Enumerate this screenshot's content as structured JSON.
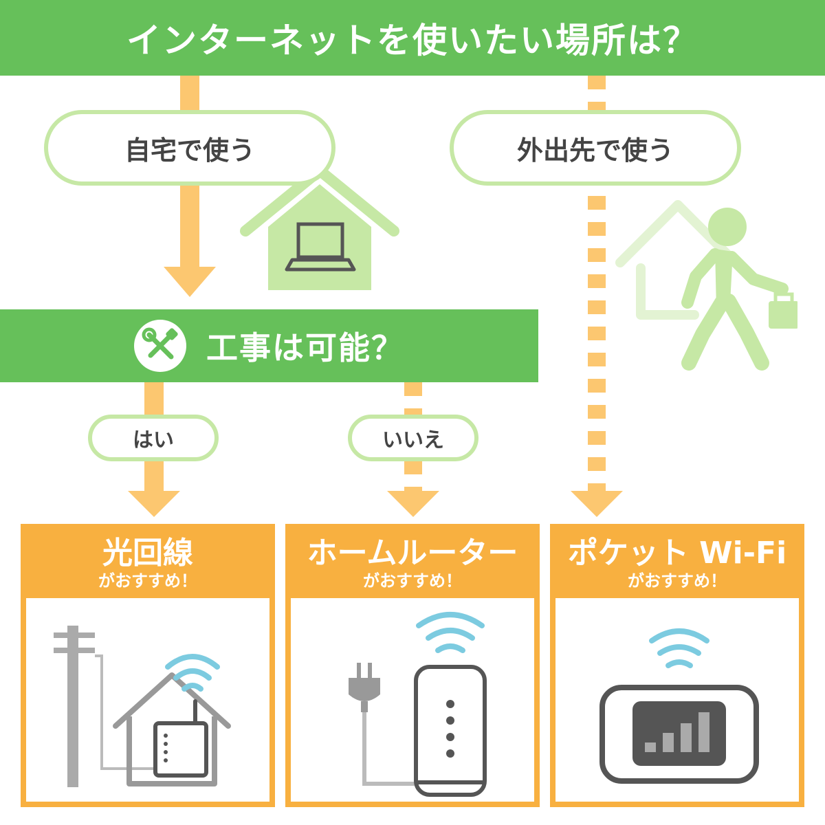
{
  "header": {
    "title": "インターネットを使いたい場所は？"
  },
  "branches": {
    "home_label": "自宅で使う",
    "outside_label": "外出先で使う"
  },
  "question": {
    "title": "工事は可能？"
  },
  "answers": {
    "yes": "はい",
    "no": "いいえ"
  },
  "results": [
    {
      "title": "光回線",
      "subtitle": "がおすすめ！"
    },
    {
      "title": "ホームルーター",
      "subtitle": "がおすすめ！"
    },
    {
      "title": "ポケット Wi-Fi",
      "subtitle": "がおすすめ！"
    }
  ],
  "colors": {
    "green": "#66c05a",
    "light_green": "#c6e8a5",
    "orange": "#f8b040",
    "line_orange": "#fcc770",
    "wifi_blue": "#7ccbe0",
    "device_gray": "#555555"
  },
  "icons": [
    "house-laptop-icon",
    "walking-person-icon",
    "tools-icon",
    "utility-pole-icon",
    "house-router-icon",
    "power-plug-icon",
    "home-router-icon",
    "pocket-wifi-icon",
    "wifi-icon"
  ]
}
